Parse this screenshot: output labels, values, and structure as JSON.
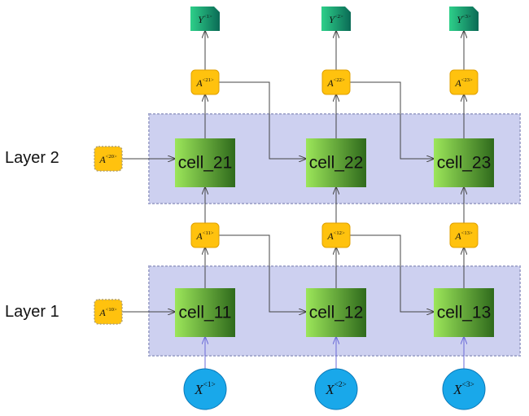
{
  "layers": [
    {
      "label": "Layer 2",
      "init_state": {
        "base": "A",
        "sup": "<20>"
      }
    },
    {
      "label": "Layer 1",
      "init_state": {
        "base": "A",
        "sup": "<10>"
      }
    }
  ],
  "cells": [
    {
      "id": "cell_21",
      "label": "cell_21"
    },
    {
      "id": "cell_22",
      "label": "cell_22"
    },
    {
      "id": "cell_23",
      "label": "cell_23"
    },
    {
      "id": "cell_11",
      "label": "cell_11"
    },
    {
      "id": "cell_12",
      "label": "cell_12"
    },
    {
      "id": "cell_13",
      "label": "cell_13"
    }
  ],
  "activations_layer2": [
    {
      "base": "A",
      "sup": "<21>"
    },
    {
      "base": "A",
      "sup": "<22>"
    },
    {
      "base": "A",
      "sup": "<23>"
    }
  ],
  "activations_layer1": [
    {
      "base": "A",
      "sup": "<11>"
    },
    {
      "base": "A",
      "sup": "<12>"
    },
    {
      "base": "A",
      "sup": "<13>"
    }
  ],
  "outputs": [
    {
      "base": "Y",
      "sup": "<1>"
    },
    {
      "base": "Y",
      "sup": "<2>"
    },
    {
      "base": "Y",
      "sup": "<3>"
    }
  ],
  "inputs": [
    {
      "base": "X",
      "sup": "<1>"
    },
    {
      "base": "X",
      "sup": "<2>"
    },
    {
      "base": "X",
      "sup": "<3>"
    }
  ],
  "colors": {
    "layer_band": "#cdd0f0",
    "layer_band_border": "#a8acd0",
    "cell_light": "#9ce65a",
    "cell_dark": "#2f6a1c",
    "activation_fill": "#ffc20e",
    "activation_border": "#e0a000",
    "output_light": "#2ed08a",
    "output_dark": "#0a6a55",
    "input_fill": "#19a8ea",
    "input_border": "#0a78b8",
    "arrow": "#444444",
    "input_arrow": "#6a6ad8"
  }
}
